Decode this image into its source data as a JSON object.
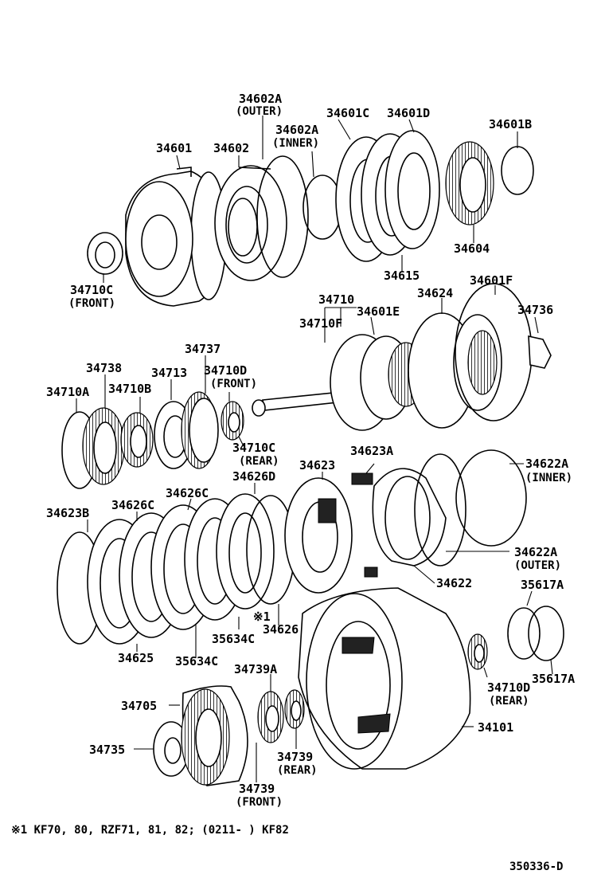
{
  "labels": {
    "p34601": "34601",
    "p34602": "34602",
    "p34602A_o": "34602A",
    "p34602A_o_sub": "(OUTER)",
    "p34602A_i": "34602A",
    "p34602A_i_sub": "(INNER)",
    "p34601C": "34601C",
    "p34601D": "34601D",
    "p34601B": "34601B",
    "p34604": "34604",
    "p34615": "34615",
    "p34710C_f": "34710C",
    "p34710C_f_sub": "(FRONT)",
    "p34710": "34710",
    "p34710F": "34710F",
    "p34601E": "34601E",
    "p34624": "34624",
    "p34601F": "34601F",
    "p34736": "34736",
    "p34737": "34737",
    "p34738": "34738",
    "p34713": "34713",
    "p34710D_f": "34710D",
    "p34710D_f_sub": "(FRONT)",
    "p34710A": "34710A",
    "p34710B": "34710B",
    "p34710C_r": "34710C",
    "p34710C_r_sub": "(REAR)",
    "p34626D": "34626D",
    "p34623A": "34623A",
    "p34623": "34623",
    "p34622A_i": "34622A",
    "p34622A_i_sub": "(INNER)",
    "p34623B": "34623B",
    "p34626C_1": "34626C",
    "p34626C_2": "34626C",
    "p34622A_o": "34622A",
    "p34622A_o_sub": "(OUTER)",
    "p34622": "34622",
    "p35617A_t": "35617A",
    "p34626_mark": "※1",
    "p34626": "34626",
    "p34625": "34625",
    "p35634C_1": "35634C",
    "p35634C_2": "35634C",
    "p35617A_b": "35617A",
    "p34739A": "34739A",
    "p34710D_r": "34710D",
    "p34710D_r_sub": "(REAR)",
    "p34705": "34705",
    "p34101": "34101",
    "p34735": "34735",
    "p34739_r": "34739",
    "p34739_r_sub": "(REAR)",
    "p34739_f": "34739",
    "p34739_f_sub": "(FRONT)"
  },
  "footnote": "※1 KF70, 80, RZF71, 81, 82; (0211-     ) KF82",
  "diagram_code": "350336-D"
}
